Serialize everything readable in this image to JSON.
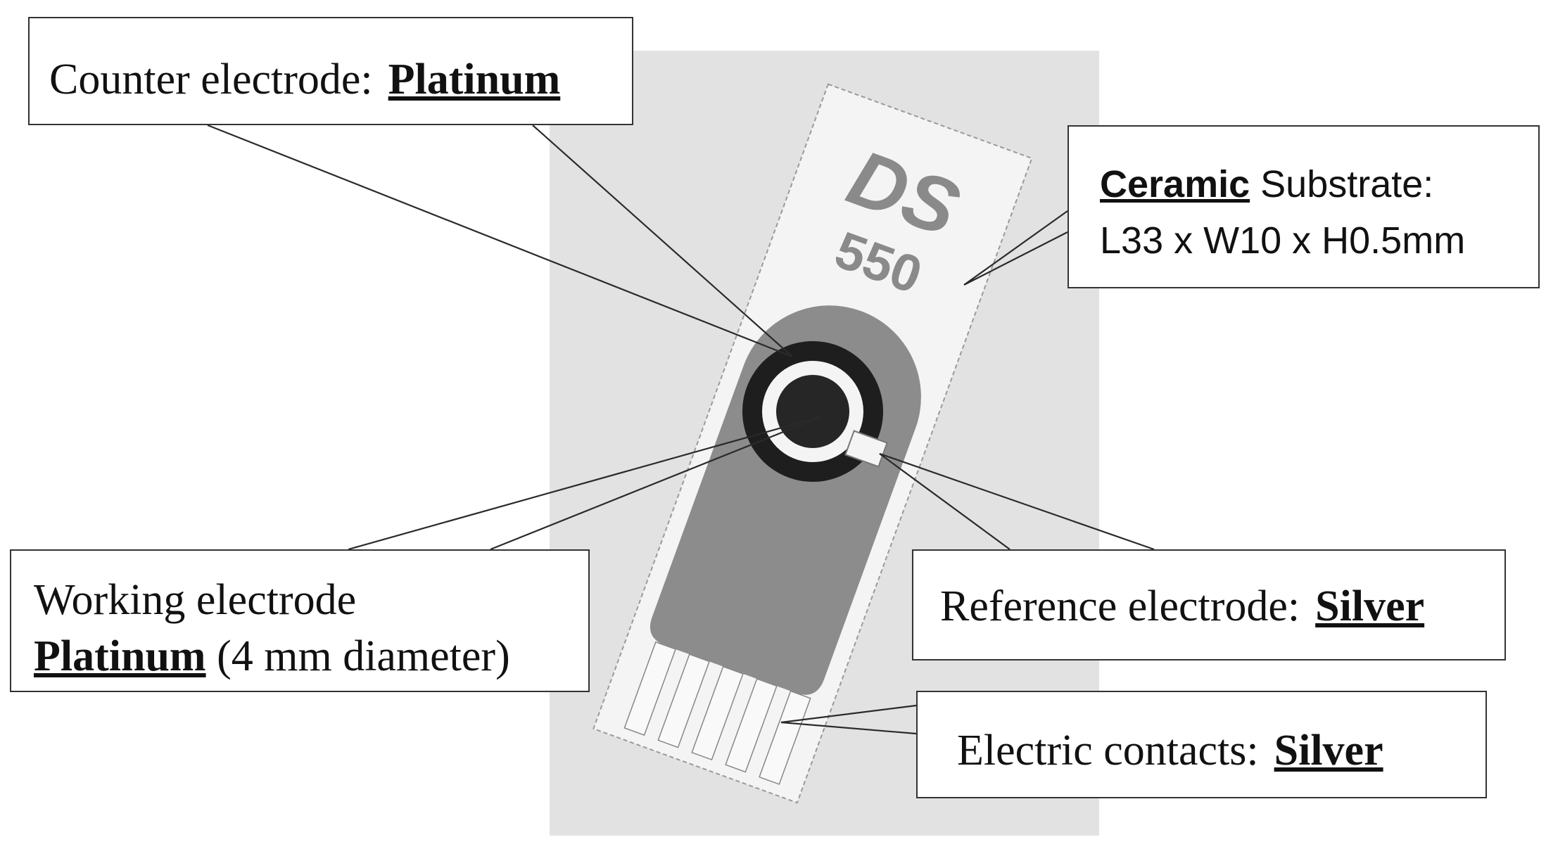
{
  "counter_electrode": {
    "label": "Counter electrode:",
    "material": "Platinum"
  },
  "substrate": {
    "material": "Ceramic",
    "label": "Substrate:",
    "dimensions": "L33 x W10 x H0.5mm"
  },
  "working_electrode": {
    "label": "Working electrode",
    "material": "Platinum",
    "detail": "(4 mm diameter)"
  },
  "reference_electrode": {
    "label": "Reference electrode:",
    "material": "Silver"
  },
  "electric_contacts": {
    "label": "Electric contacts:",
    "material": "Silver"
  },
  "sensor_marking": {
    "brand": "DS",
    "model": "550"
  },
  "colors": {
    "photo_background": "#e2e2e2",
    "ceramic": "#f4f4f4",
    "electrode_gray": "#8c8c8c",
    "outline": "#333333"
  }
}
